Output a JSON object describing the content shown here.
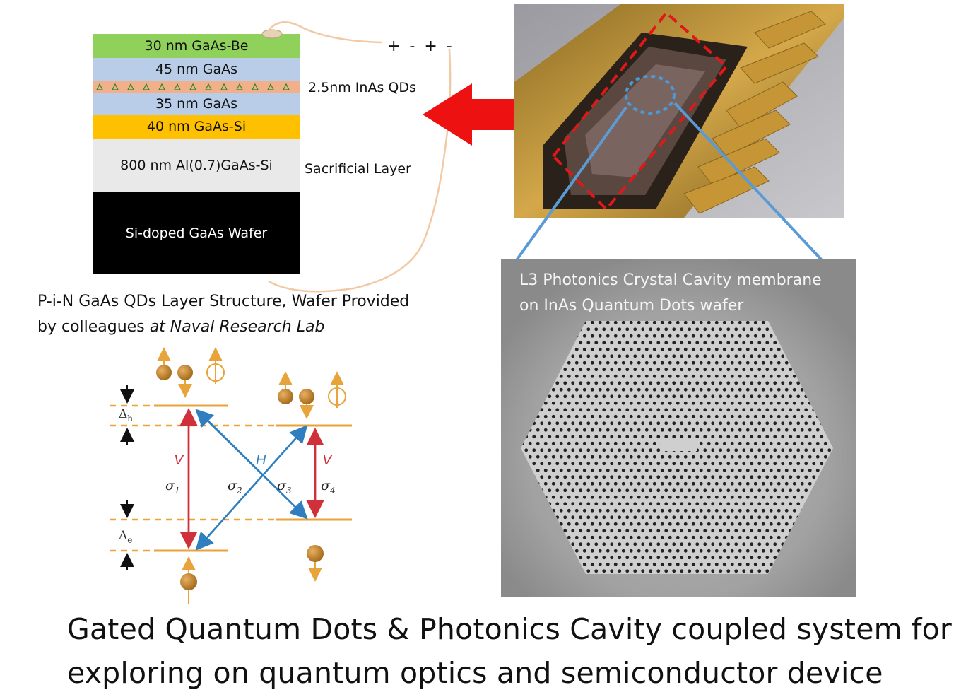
{
  "layers": [
    {
      "label": "30 nm GaAs-Be",
      "color": "#8fd15a"
    },
    {
      "label": "45 nm GaAs",
      "color": "#b9cde8"
    },
    {
      "label": "35 nm GaAs",
      "color": "#b9cde8"
    },
    {
      "label": "40 nm GaAs-Si",
      "color": "#ffc000"
    },
    {
      "label": "800 nm Al(0.7)GaAs-Si",
      "color": "#e9e9e9"
    },
    {
      "label": "Si-doped GaAs Wafer",
      "color": "#000000"
    }
  ],
  "qd_layer_label": "2.5nm InAs QDs",
  "sacrificial_label": "Sacrificial Layer",
  "bias_label": "+ - + -",
  "structure_caption": {
    "line1": "P-i-N GaAs QDs Layer Structure, Wafer Provided",
    "line2_prefix": "by colleagues ",
    "line2_italic": "at Naval Research Lab"
  },
  "sem_label": {
    "line1": "L3 Photonics Crystal Cavity membrane",
    "line2": "on InAs Quantum Dots wafer"
  },
  "energy_diagram": {
    "delta_h": "Δ",
    "delta_h_sub": "h",
    "delta_e": "Δ",
    "delta_e_sub": "e",
    "v_left": "V",
    "v_right": "V",
    "h_label": "H",
    "sigma1": "σ",
    "sigma1_sub": "1",
    "sigma2": "σ",
    "sigma2_sub": "2",
    "sigma3": "σ",
    "sigma3_sub": "3",
    "sigma4": "σ",
    "sigma4_sub": "4"
  },
  "title": {
    "line1": "Gated Quantum Dots & Photonics Cavity coupled system for",
    "line2": "exploring on quantum  optics and semiconductor device"
  },
  "colors": {
    "level": "#e8a33a",
    "red_transition": "#d0303a",
    "blue_transition": "#2f7fc0",
    "arrow_red": "#ee1111",
    "connector_blue": "#5b9bd5",
    "wire": "#f2c9a5"
  }
}
